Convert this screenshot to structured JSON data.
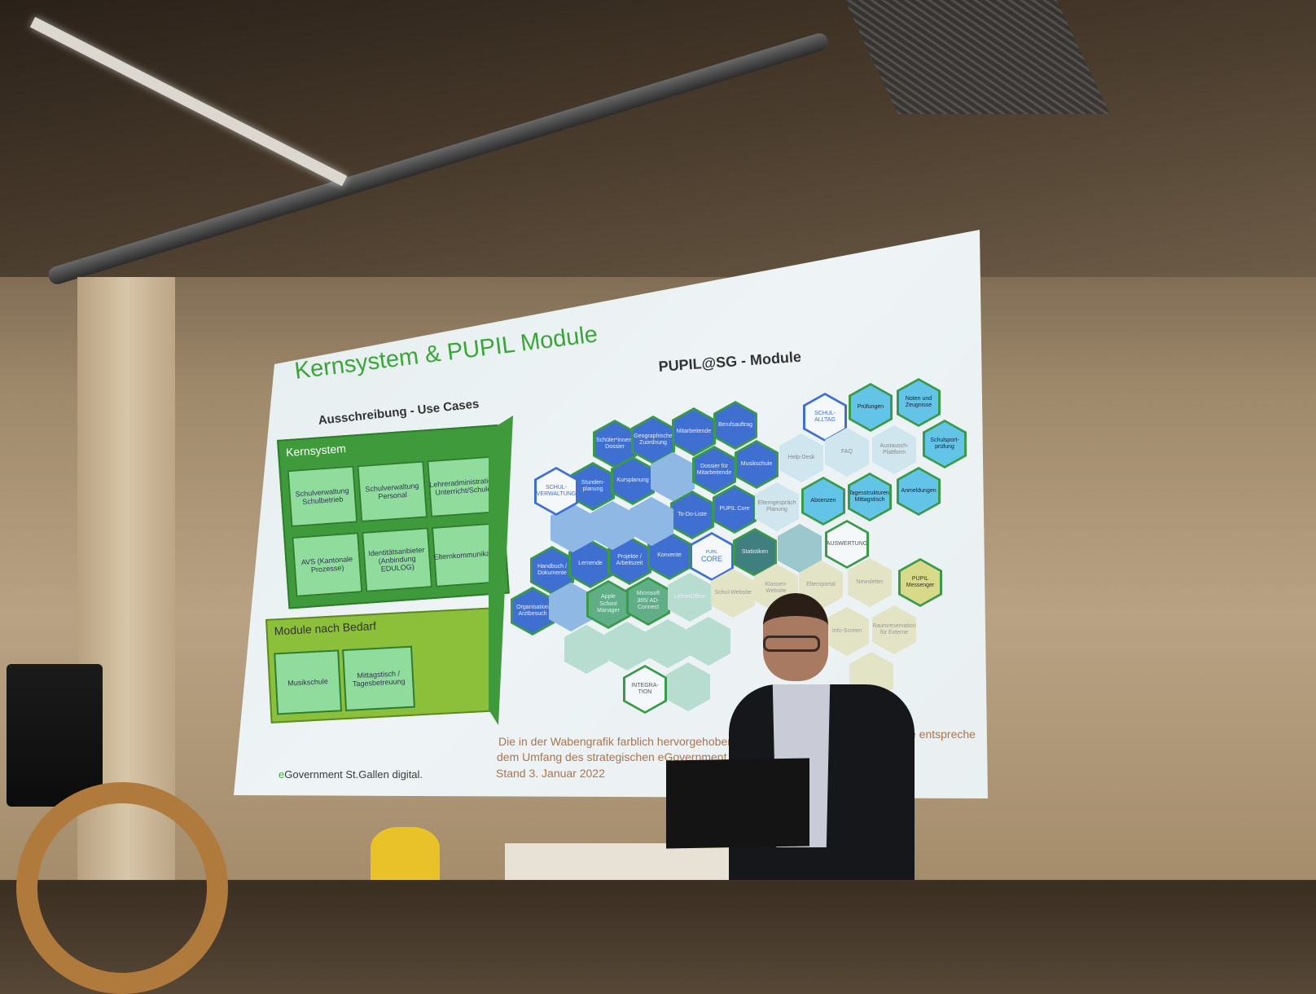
{
  "slide": {
    "title": "Kernsystem & PUPIL Module",
    "left_heading": "Ausschreibung - Use Cases",
    "kernsystem": {
      "label": "Kernsystem",
      "items": [
        "Schulverwaltung Schulbetrieb",
        "Schulverwaltung Personal",
        "Lehreradministration Unterricht/Schule",
        "AVS (Kantonale Prozesse)",
        "Identitätsanbieter (Anbindung EDULOG)",
        "Elternkommunikation"
      ]
    },
    "module_nach_bedarf": {
      "label": "Module nach Bedarf",
      "items": [
        "Musikschule",
        "Mittagstisch / Tagesbetreuung"
      ]
    },
    "right_heading": "PUPIL@SG - Module",
    "hexes": {
      "schueler_dossier": "Schüler*innen-Dossier",
      "geo": "Geographische Zuordnung",
      "mitarbeitende": "Mitarbeitende",
      "berufsauftrag": "Berufsauftrag",
      "stundenplanung": "Stunden-planung",
      "kursplanung": "Kursplanung",
      "dossier_ma": "Dossier für Mitarbeitende",
      "musikschule": "Musikschule",
      "todo": "To-Do-Liste",
      "pupil_core_mod": "PUPIL Core",
      "handbuch": "Handbuch / Dokumente",
      "lernende": "Lernende",
      "projekte": "Projekte / Arbeitszeit",
      "konvente": "Konvente",
      "organisation": "Organisation Arztbesuch",
      "schulverwaltung": "SCHUL-VERWALTUNG",
      "core_small": "PUPIL",
      "core": "CORE",
      "statistiken": "Statistiken",
      "apple": "Apple School Manager",
      "microsoft": "Microsoft 365/ AD-Connect",
      "lehreroffice": "LehrerOffice",
      "integration": "INTEGRA-TION",
      "schul_website": "Schul-Website",
      "klassen_website": "Klassen-Website",
      "elternportal": "Elternportal",
      "newsletter": "Newsletter",
      "info_screen": "Info-Screen",
      "raumreservation": "Raumreservation für Externe",
      "messenger": "PUPIL Messenger",
      "schulalltag": "SCHUL-ALLTAG",
      "pruefungen": "Prüfungen",
      "noten": "Noten und Zeugnisse",
      "schulsport": "Schulsport-prüfung",
      "helpdesk": "Help-Desk",
      "faq": "FAQ",
      "austausch": "Austausch-Plattform",
      "elterngespraech": "Elterngespräch Planung",
      "absenzen": "Absenzen",
      "tagesstrukturen": "Tagesstrukturen/ Mittagstisch",
      "anmeldungen": "Anmeldungen",
      "auswertung": "AUSWERTUNG"
    },
    "footnote_line1": "Die in der Wabengrafik farblich hervorgehoben",
    "footnote_line1_end": "e entspreche",
    "footnote_line2": "dem Umfang des strategischen eGovernment",
    "footnote_line3": "Stand 3. Januar 2022",
    "brand_prefix": "e",
    "brand_rest": "Government St.Gallen digital."
  },
  "colors": {
    "green": "#3f9a3c",
    "blue": "#3f6fd0",
    "cyan": "#63c4e8",
    "yellow": "#d9d98a"
  }
}
